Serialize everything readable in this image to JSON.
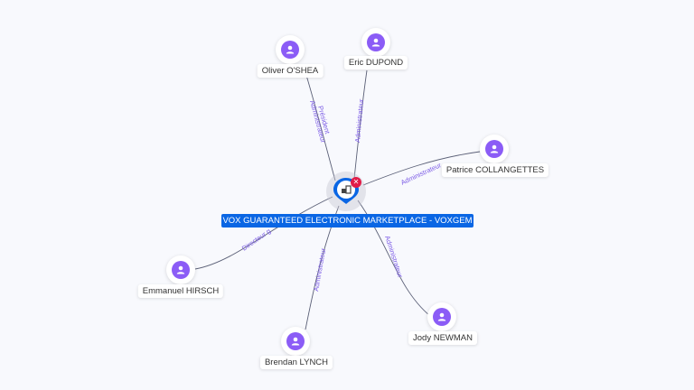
{
  "center": {
    "label": "VOX GUARANTEED ELECTRONIC MARKETPLACE - VOXGEM",
    "icon": "building-icon",
    "badge_icon": "close-icon",
    "colors": {
      "pin": "#0a66e4",
      "badge": "#e11d48"
    }
  },
  "people": [
    {
      "name": "Oliver O'SHEA",
      "roles": [
        "Président",
        "Administrateur"
      ]
    },
    {
      "name": "Eric DUPOND",
      "roles": [
        "Administrateur"
      ]
    },
    {
      "name": "Patrice COLLANGETTES",
      "roles": [
        "Administrateur"
      ]
    },
    {
      "name": "Emmanuel HIRSCH",
      "roles": [
        "Directeur général"
      ]
    },
    {
      "name": "Brendan LYNCH",
      "roles": [
        "Administrateur"
      ]
    },
    {
      "name": "Jody NEWMAN",
      "roles": [
        "Administrateur"
      ]
    }
  ],
  "edge_labels": {
    "oliver_1": "Président",
    "oliver_2": "Administrateur",
    "eric": "Administrateur",
    "patrice": "Administrateur",
    "emmanuel": "Directeur g",
    "brendan": "Administrateur",
    "jody": "Administrateur"
  },
  "colors": {
    "person_icon": "#8b5cf6",
    "edge": "#5b6077",
    "edge_label": "#7c5ce6"
  }
}
